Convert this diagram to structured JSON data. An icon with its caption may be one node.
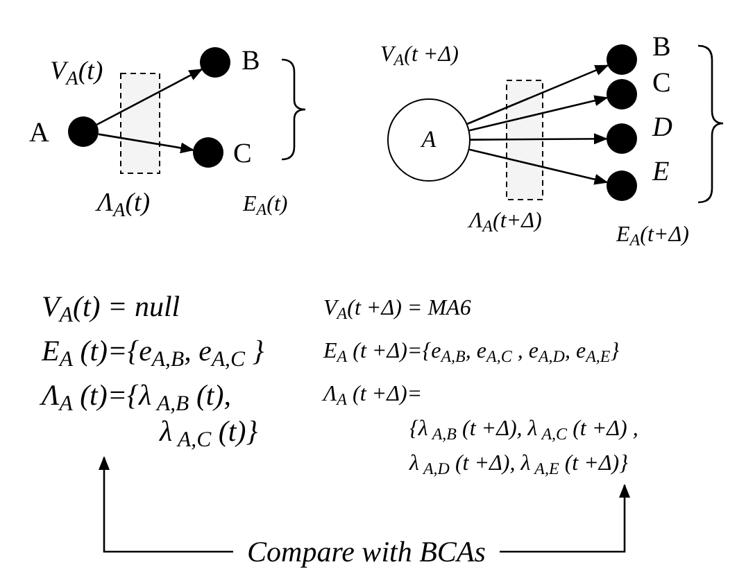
{
  "diagram": {
    "nodes": [
      {
        "text": [],
        "shape": "circle",
        "beside": [
          "A",
          "V$_{A}$(t)"
        ]
      },
      {
        "text": [],
        "shape": "circle",
        "beside": [
          "B"
        ]
      },
      {
        "text": [],
        "shape": "circle",
        "beside": [
          "C"
        ]
      },
      {
        "text": [
          "A"
        ],
        "beside": [
          "V$_{A}$(t +Δ)"
        ]
      },
      {
        "text": [],
        "shape": "circle",
        "beside": [
          "B"
        ]
      },
      {
        "text": [],
        "shape": "circle",
        "beside": [
          "C"
        ]
      },
      {
        "text": [],
        "shape": "circle",
        "beside": [
          "D"
        ]
      },
      {
        "text": [],
        "shape": "circle",
        "beside": [
          "E"
        ]
      },
      {
        "text": [
          "V$_{A}$(t) = null",
          "E$_{A}$ (t)={e$_{A,B}$, e$_{A,C}$ }",
          "Λ$_{A}$ (t)={λ$_{ A,B}$ (t), λ$_{ A,C}$ (t)}"
        ]
      },
      {
        "text": [
          "V$_{A}$(t +Δ) = MA6",
          "E$_{A}$ (t +Δ)={e$_{A,B}$, e$_{A,C}$ , e$_{A,D}$, e$_{A,E}$}",
          "Λ$_{A}$ (t +Δ)=",
          "{λ$_{ A,B}$ (t +Δ), λ$_{ A,C}$ (t +Δ) , λ$_{ A,D}$ (t +Δ), λ$_{ A,E}$ (t +Δ)}"
        ]
      },
      {
        "text": [
          "Compare with BCAs"
        ]
      }
    ],
    "edges": [
      {
        "from": 0,
        "to": 1,
        "arrow": "to"
      },
      {
        "from": 0,
        "to": 2,
        "arrow": "to"
      },
      {
        "from": 3,
        "to": 4,
        "arrow": "to"
      },
      {
        "from": 3,
        "to": 5,
        "arrow": "to"
      },
      {
        "from": 3,
        "to": 6,
        "arrow": "to"
      },
      {
        "from": 3,
        "to": 7,
        "arrow": "to"
      },
      {
        "from": 10,
        "to": 8,
        "arrow": "to"
      },
      {
        "from": 10,
        "to": 9,
        "arrow": "to"
      }
    ],
    "labels": [
      "Λ$_{A}$(t)",
      "E$_{A}$(t)",
      "Λ$_{A}$(t+Δ)",
      "E$_{A}$(t+Δ)"
    ]
  }
}
